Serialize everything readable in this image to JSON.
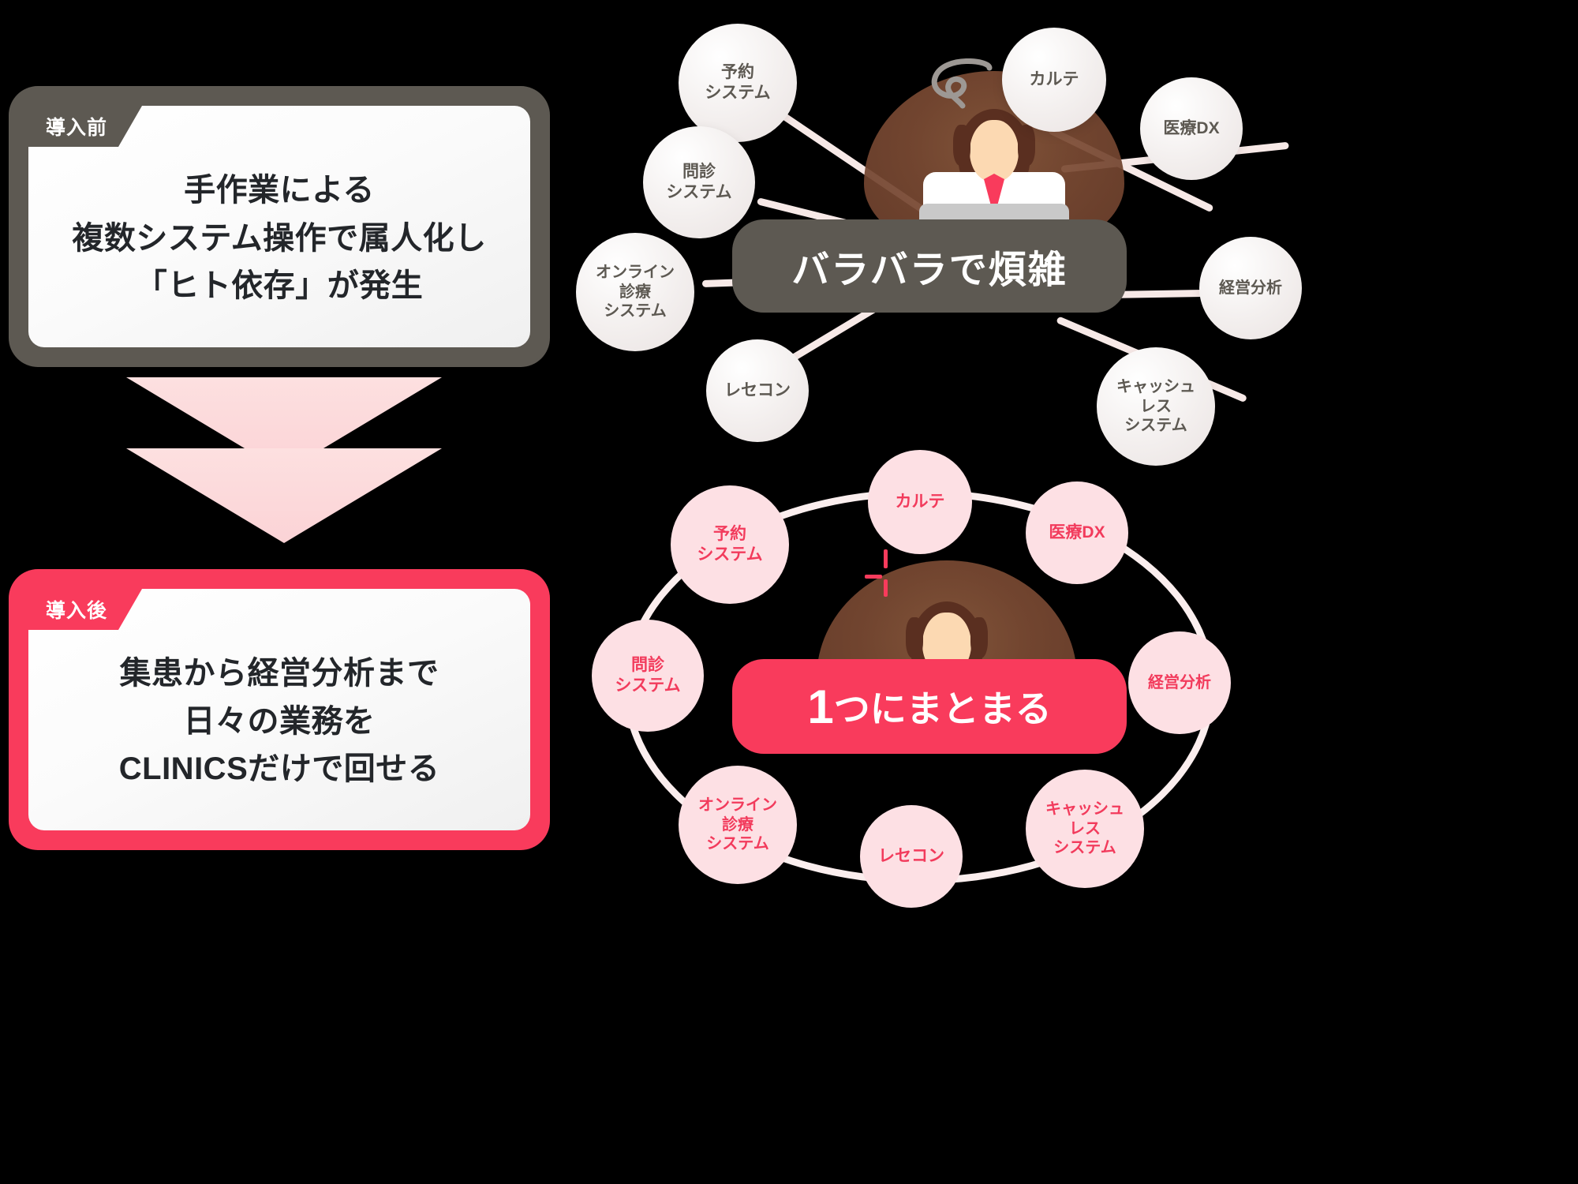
{
  "before_card": {
    "tag": "導入前",
    "lines": [
      "手作業による",
      "複数システム操作で属人化し",
      "「ヒト依存」が発生"
    ],
    "accent_color": "#5d5952"
  },
  "after_card": {
    "tag": "導入後",
    "lines": [
      "集患から経営分析まで",
      "日々の業務を",
      "CLINICSだけで回せる"
    ],
    "accent_color": "#f93b5c"
  },
  "arrow": {
    "name": "down-arrow",
    "color": "#fbd3d6"
  },
  "diagram_before": {
    "center_label": "バラバラで煩雑",
    "center_color": "#5d5952",
    "person_mood": "troubled",
    "nodes": [
      {
        "label": "予約\nシステム",
        "line1": "予約",
        "line2": "システム",
        "line3": ""
      },
      {
        "label": "カルテ",
        "line1": "カルテ",
        "line2": "",
        "line3": ""
      },
      {
        "label": "医療DX",
        "line1": "医療DX",
        "line2": "",
        "line3": ""
      },
      {
        "label": "問診\nシステム",
        "line1": "問診",
        "line2": "システム",
        "line3": ""
      },
      {
        "label": "経営分析",
        "line1": "経営分析",
        "line2": "",
        "line3": ""
      },
      {
        "label": "オンライン\n診療\nシステム",
        "line1": "オンライン",
        "line2": "診療",
        "line3": "システム"
      },
      {
        "label": "キャッシュ\nレス\nシステム",
        "line1": "キャッシュ",
        "line2": "レス",
        "line3": "システム"
      },
      {
        "label": "レセコン",
        "line1": "レセコン",
        "line2": "",
        "line3": ""
      }
    ]
  },
  "diagram_after": {
    "center_label_number": "1",
    "center_label_rest": "つにまとまる",
    "center_color": "#f93b5c",
    "person_mood": "happy",
    "nodes": [
      {
        "line1": "カルテ",
        "line2": "",
        "line3": ""
      },
      {
        "line1": "医療DX",
        "line2": "",
        "line3": ""
      },
      {
        "line1": "経営分析",
        "line2": "",
        "line3": ""
      },
      {
        "line1": "キャッシュ",
        "line2": "レス",
        "line3": "システム"
      },
      {
        "line1": "レセコン",
        "line2": "",
        "line3": ""
      },
      {
        "line1": "オンライン",
        "line2": "診療",
        "line3": "システム"
      },
      {
        "line1": "問診",
        "line2": "システム",
        "line3": ""
      },
      {
        "line1": "予約",
        "line2": "システム",
        "line3": ""
      }
    ]
  }
}
